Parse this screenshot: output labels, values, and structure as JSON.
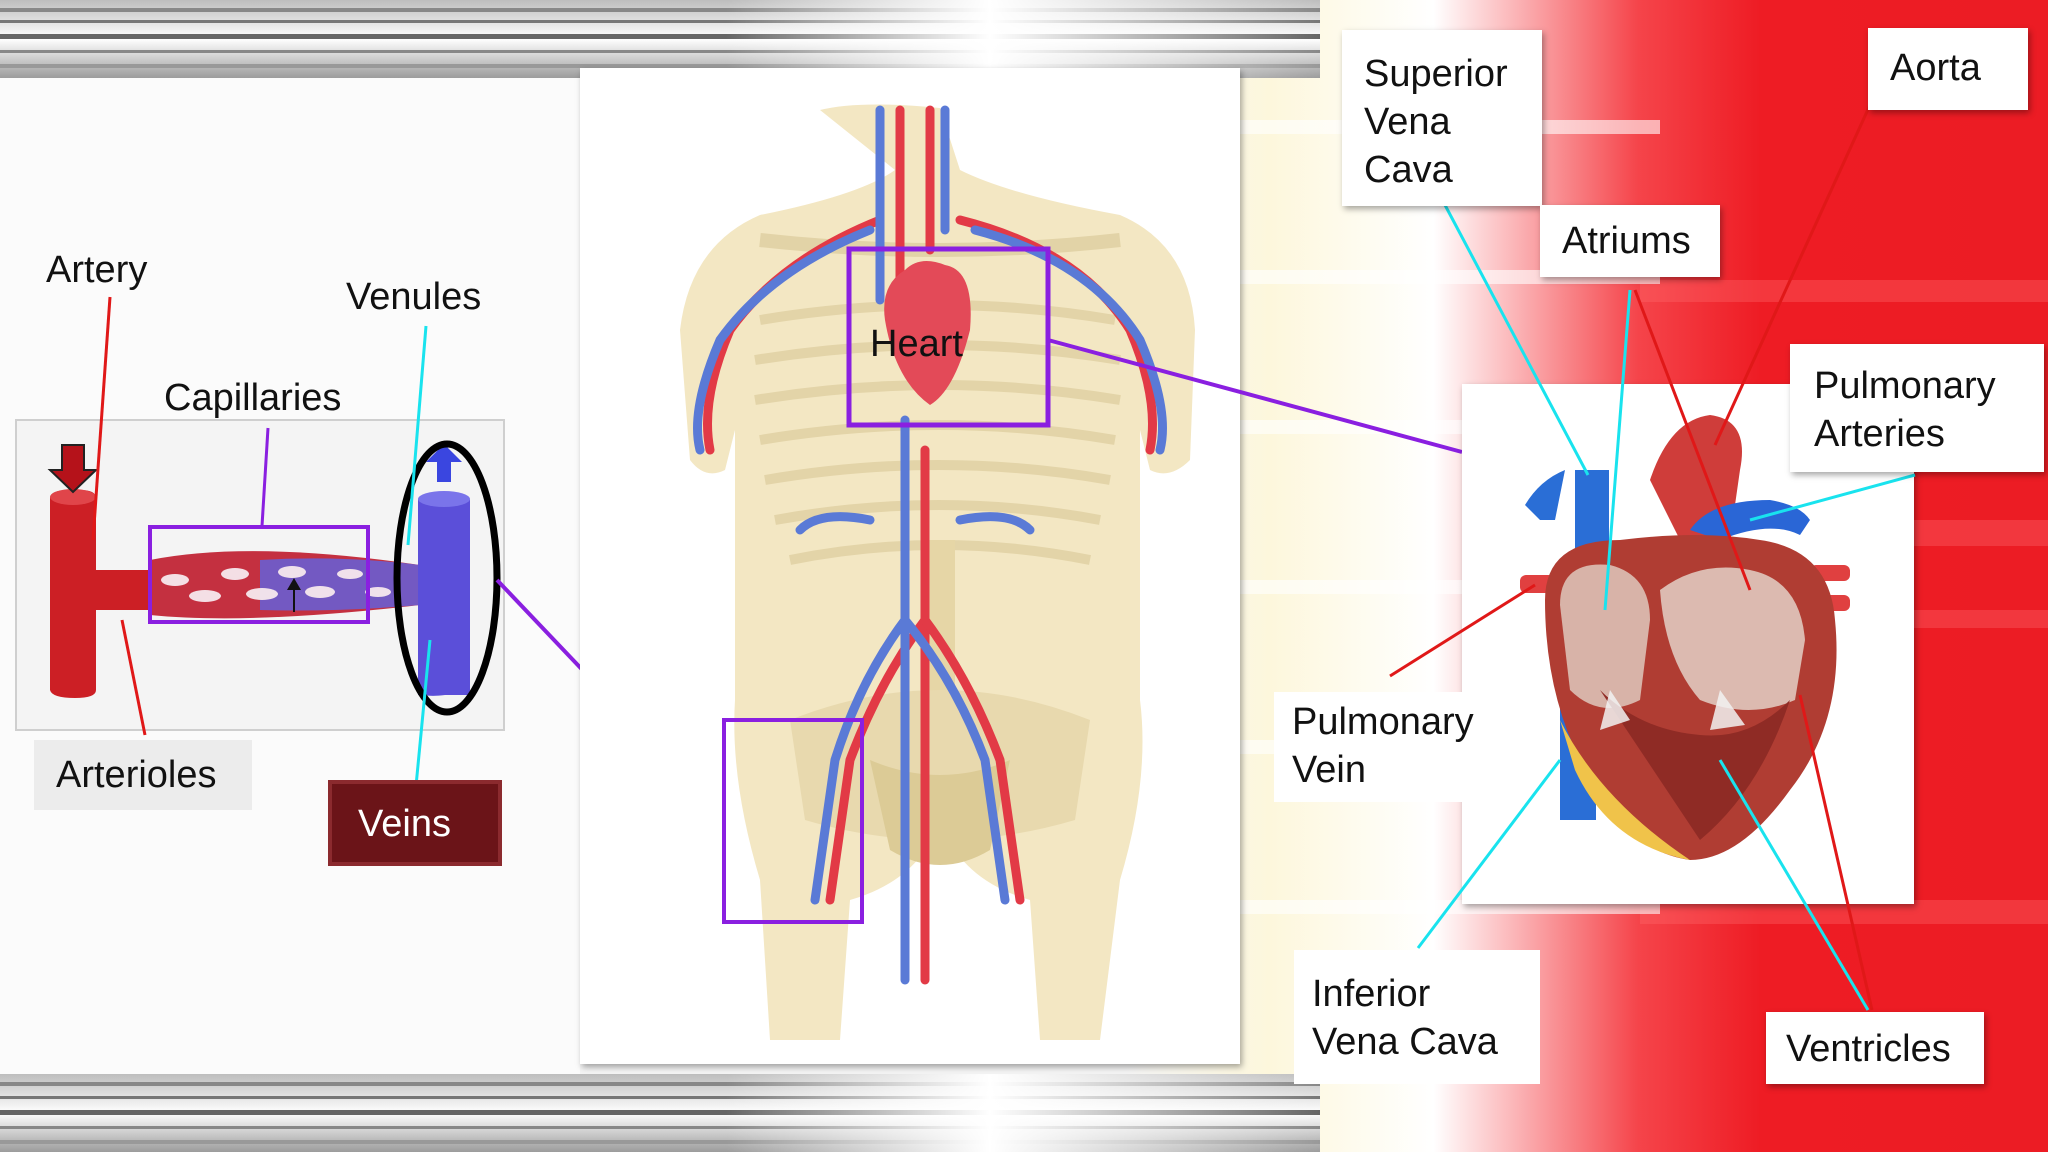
{
  "labels": {
    "artery": "Artery",
    "venules": "Venules",
    "capillaries": "Capillaries",
    "arterioles": "Arterioles",
    "veins": "Veins",
    "heart": "Heart",
    "superior_vena_cava": "Superior\nVena\nCava",
    "atriums": "Atriums",
    "aorta": "Aorta",
    "pulmonary_arteries": "Pulmonary\nArteries",
    "pulmonary_vein": "Pulmonary\nVein",
    "inferior_vena_cava": "Inferior\nVena Cava",
    "ventricles": "Ventricles"
  },
  "colors": {
    "artery_red": "#d11a22",
    "vein_blue": "#4a5fd6",
    "callout_purple": "#8a1fe0",
    "leader_cyan": "#19e3ee",
    "leader_red": "#e01818",
    "veins_badge_bg": "#6b1418",
    "background_red": "#ee1c24"
  }
}
